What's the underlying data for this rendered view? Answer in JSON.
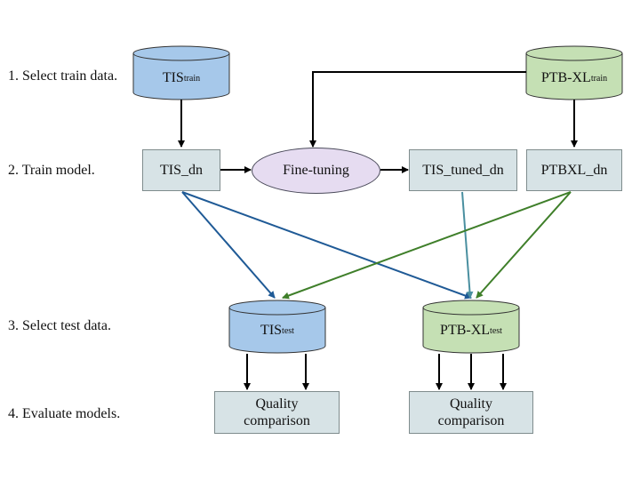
{
  "steps": {
    "step1": "1. Select train data.",
    "step2": "2. Train model.",
    "step3": "3. Select test data.",
    "step4": "4. Evaluate models."
  },
  "databases": {
    "tis_train": {
      "name": "TIS",
      "sub": "train"
    },
    "ptbxl_train": {
      "name": "PTB-XL",
      "sub": "train"
    },
    "tis_test": {
      "name": "TIS",
      "sub": "test"
    },
    "ptbxl_test": {
      "name": "PTB-XL",
      "sub": "test"
    }
  },
  "models": {
    "tis_dn": "TIS_dn",
    "fine_tuning": "Fine-tuning",
    "tis_tuned_dn": "TIS_tuned_dn",
    "ptbxl_dn": "PTBXL_dn"
  },
  "evaluation": {
    "left": {
      "line1": "Quality",
      "line2": "comparison"
    },
    "right": {
      "line1": "Quality",
      "line2": "comparison"
    }
  },
  "colors": {
    "tis_db": "#a6c8ea",
    "ptbxl_db": "#c5e0b4",
    "model_box": "#d7e3e6",
    "fine_tuning": "#e6dcf1",
    "arrow_black": "#000000",
    "arrow_tis": "#1f5a96",
    "arrow_ptbxl": "#3f7f2a",
    "arrow_tuned": "#4a8fa0"
  }
}
